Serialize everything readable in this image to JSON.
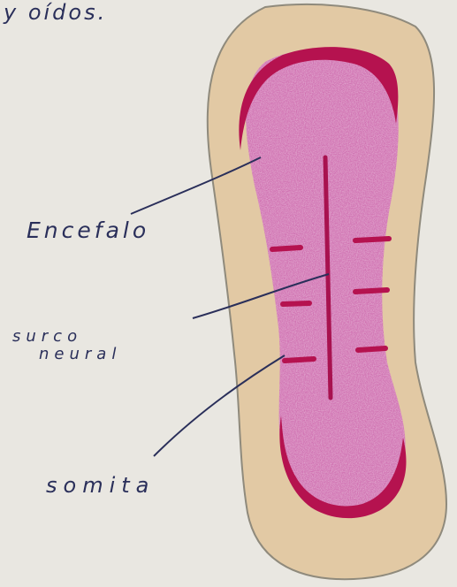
{
  "text": {
    "top_fragment": "y oídos.",
    "encefalo": "Encefalo",
    "surco_line1": "surco",
    "surco_line2": "neural",
    "somita": "somita"
  },
  "colors": {
    "paper": "#e9e7e1",
    "embryo_outer": "#e2c9a4",
    "embryo_outer_edge": "#8f8a7c",
    "embryo_inner": "#cf6fb0",
    "embryo_rim": "#b5124f",
    "ink": "#2a2f5a"
  }
}
